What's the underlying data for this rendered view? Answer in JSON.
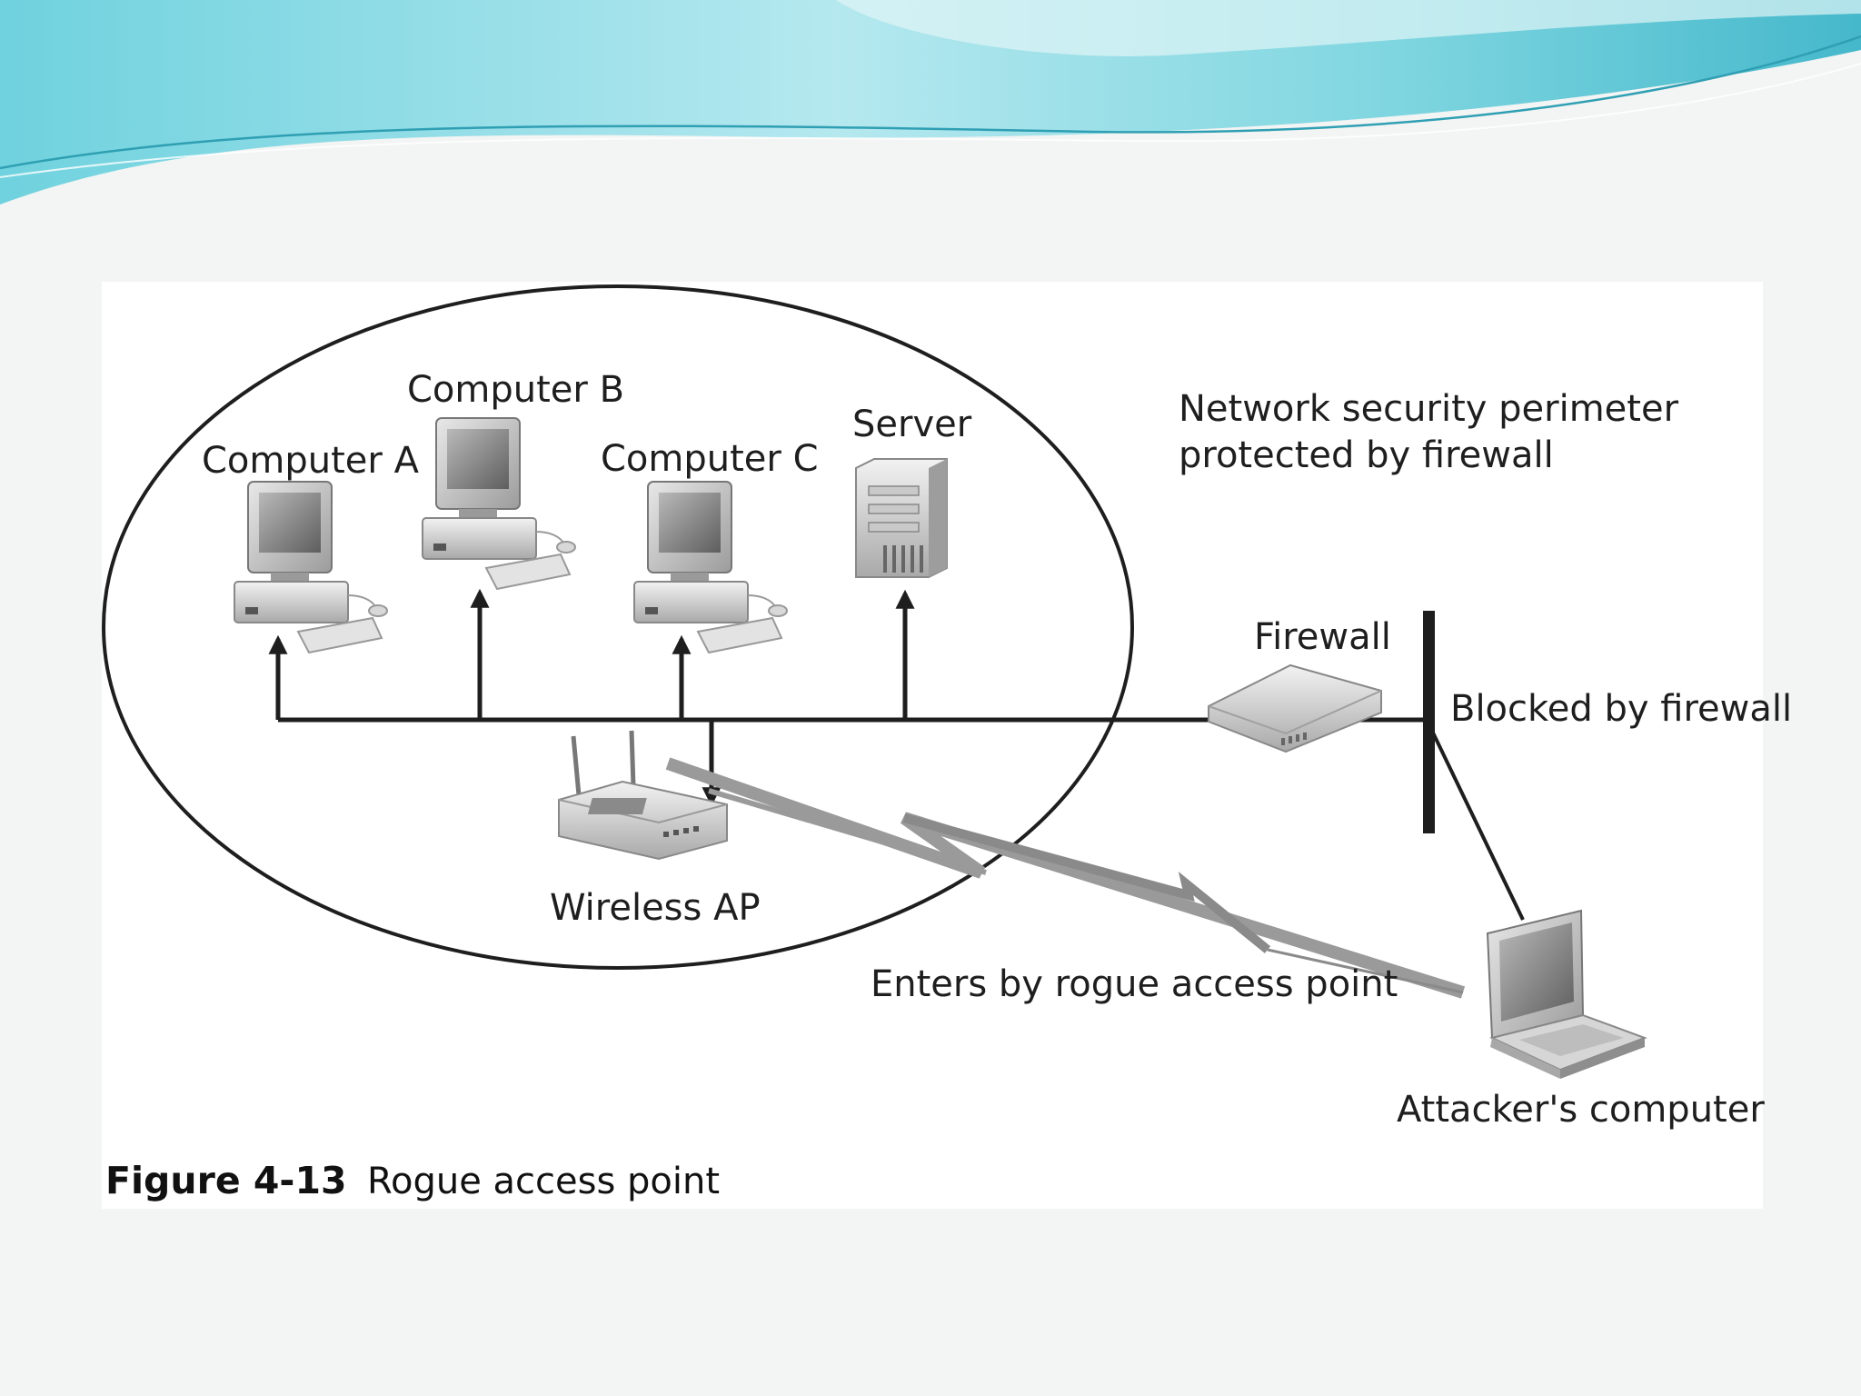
{
  "diagram": {
    "nodes": {
      "computer_a": "Computer A",
      "computer_b": "Computer B",
      "computer_c": "Computer C",
      "server": "Server",
      "wireless_ap": "Wireless AP",
      "firewall": "Firewall",
      "attacker": "Attacker's computer"
    },
    "annotations": {
      "perimeter_line1": "Network security perimeter",
      "perimeter_line2": "protected by firewall",
      "blocked": "Blocked by firewall",
      "rogue_entry": "Enters by rogue access point"
    },
    "edges": [
      {
        "from": "Firewall",
        "to": "Computer A"
      },
      {
        "from": "Firewall",
        "to": "Computer B"
      },
      {
        "from": "Firewall",
        "to": "Computer C"
      },
      {
        "from": "Firewall",
        "to": "Server"
      },
      {
        "from": "Firewall",
        "to": "Wireless AP"
      },
      {
        "from": "Attacker's computer",
        "to": "Firewall",
        "label": "Blocked by firewall"
      },
      {
        "from": "Attacker's computer",
        "to": "Wireless AP",
        "label": "Enters by rogue access point"
      }
    ]
  },
  "caption": {
    "figure_number": "Figure 4-13",
    "title": "Rogue access point"
  },
  "colors": {
    "banner_light": "#c9eef2",
    "banner_mid": "#8fdde6",
    "banner_dark": "#3fb6c9",
    "line": "#1e1e1e",
    "lightning": "#8f8f8f"
  }
}
